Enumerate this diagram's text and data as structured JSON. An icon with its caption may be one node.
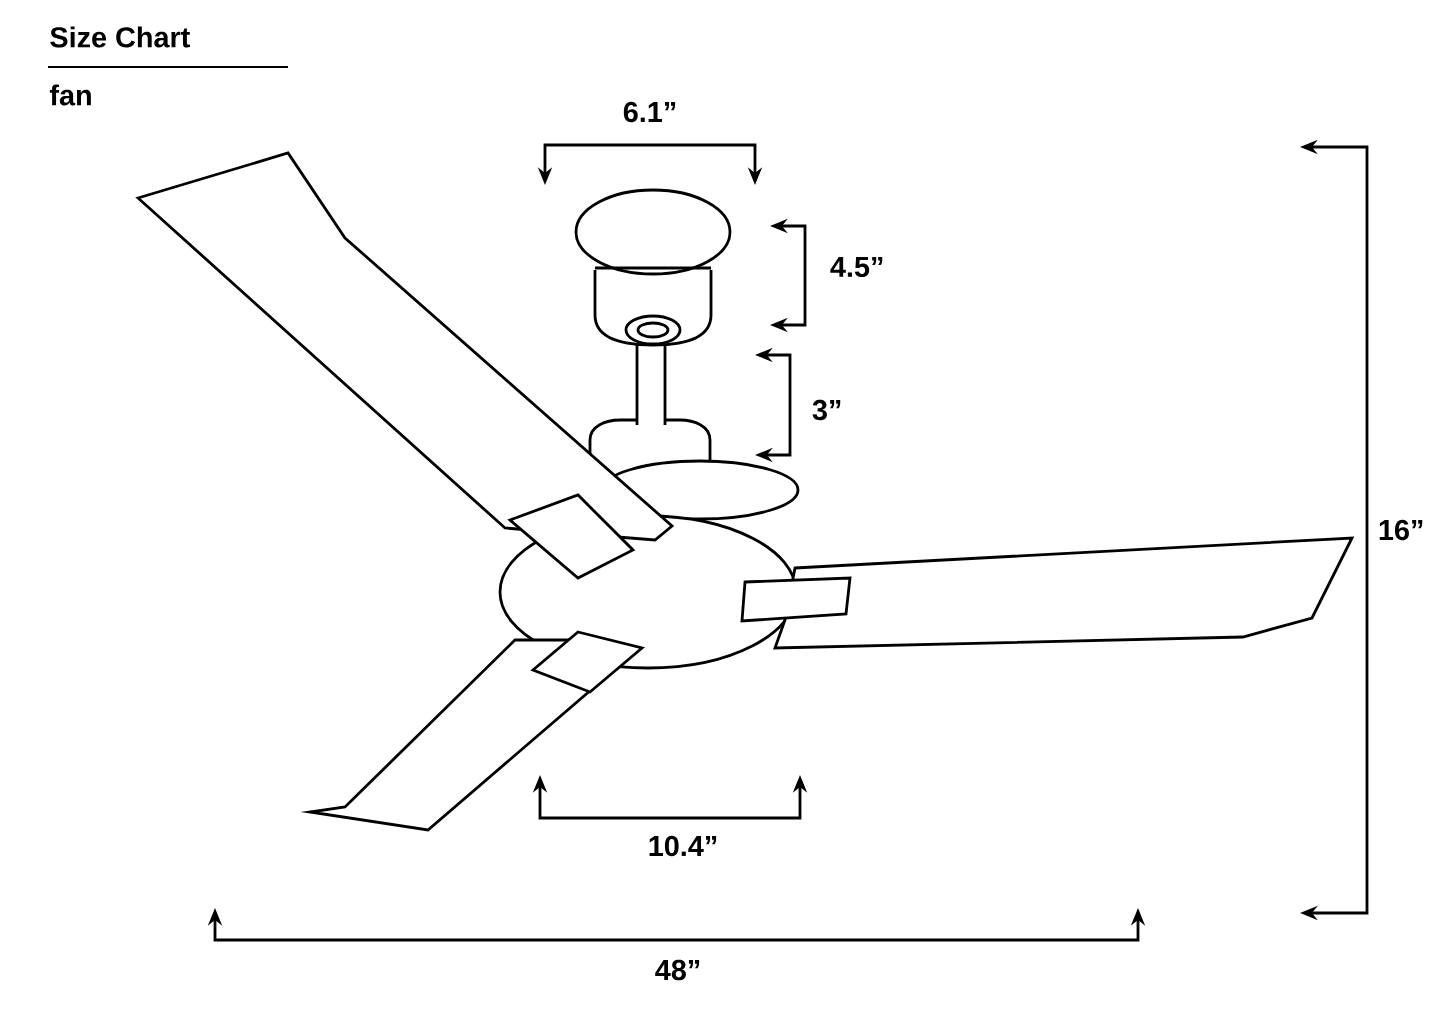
{
  "diagram": {
    "title": "Size Chart",
    "labels": [
      "fan",
      "6.1”",
      "4.5”",
      "3”",
      "16”",
      "10.4”",
      "48”"
    ]
  }
}
